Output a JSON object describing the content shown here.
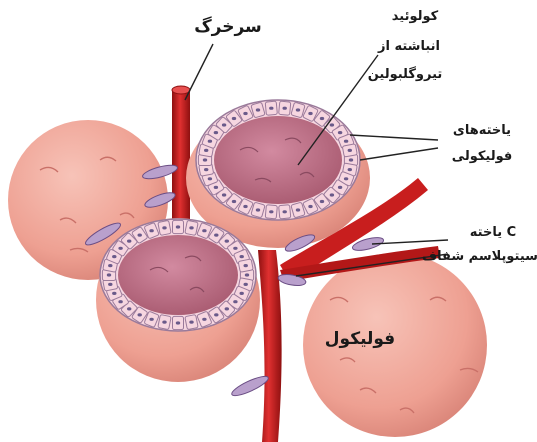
{
  "labels": {
    "capillary": "سرخرگ",
    "colloid_line1": "کولوئید",
    "colloid_line2": "انباشته از",
    "colloid_line3": "تیروگلبولین",
    "follicular_cells_line1": "یاخته‌های",
    "follicular_cells_line2": "فولیکولی",
    "c_cell_line1": "یاخته C",
    "c_cell_line2": "سیتوپلاسم شفاف",
    "follicle": "فولیکول"
  },
  "colors": {
    "follicle_fill": "#f0a89d",
    "follicle_shade": "#d98478",
    "colloid": "#c97a8f",
    "colloid_dark": "#a85a70",
    "cell_fill": "#f6d6e0",
    "cell_border": "#9a7a9a",
    "vessel": "#c81e1e",
    "vessel_dark": "#8e1010",
    "c_cell": "#b9a0cc",
    "leader": "#222222"
  }
}
